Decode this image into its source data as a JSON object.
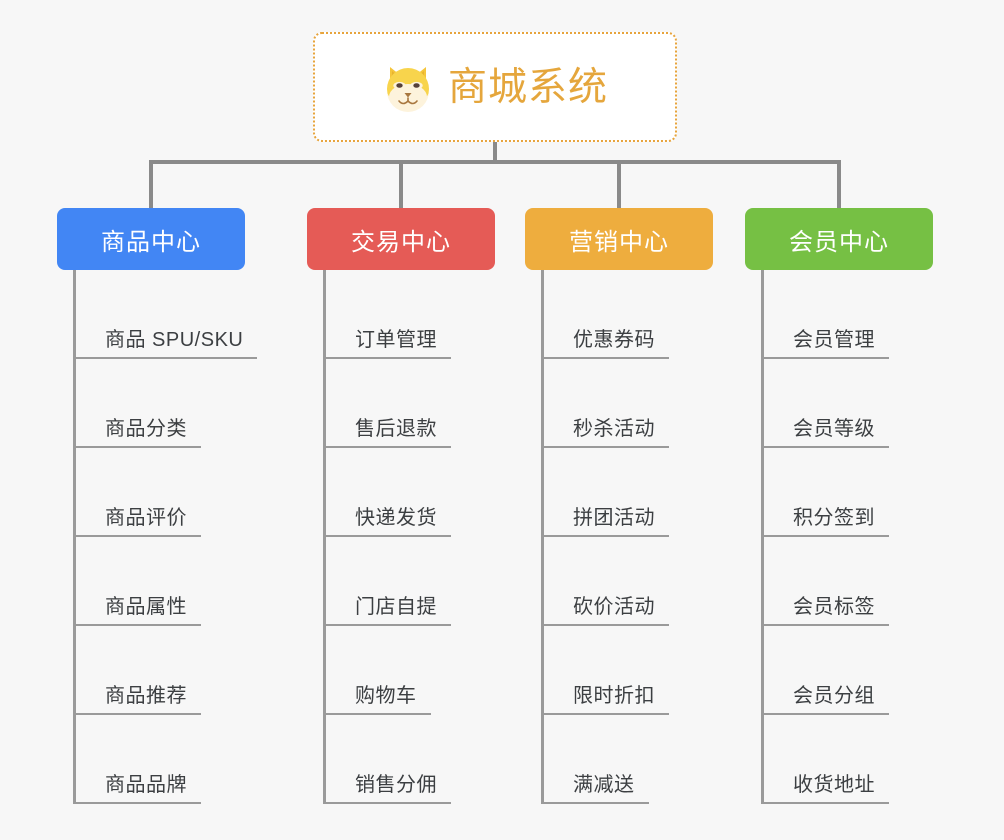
{
  "page": {
    "background_color": "#f7f7f7",
    "connector_color": "#8a8a8a",
    "leaf_line_color": "#9a9a9a",
    "leaf_text_color": "#3c3f42"
  },
  "root": {
    "title": "商城系统",
    "icon": "dog-face-icon",
    "text_color": "#e5a63c",
    "border_color": "#e7a43c",
    "background_color": "#ffffff"
  },
  "columns": [
    {
      "title": "商品中心",
      "color": "#4286f4",
      "items": [
        "商品 SPU/SKU",
        "商品分类",
        "商品评价",
        "商品属性",
        "商品推荐",
        "商品品牌"
      ]
    },
    {
      "title": "交易中心",
      "color": "#e55b56",
      "items": [
        "订单管理",
        "售后退款",
        "快递发货",
        "门店自提",
        "购物车",
        "销售分佣"
      ]
    },
    {
      "title": "营销中心",
      "color": "#eead3e",
      "items": [
        "优惠券码",
        "秒杀活动",
        "拼团活动",
        "砍价活动",
        "限时折扣",
        "满减送"
      ]
    },
    {
      "title": "会员中心",
      "color": "#76c044",
      "items": [
        "会员管理",
        "会员等级",
        "积分签到",
        "会员标签",
        "会员分组",
        "收货地址"
      ]
    }
  ]
}
